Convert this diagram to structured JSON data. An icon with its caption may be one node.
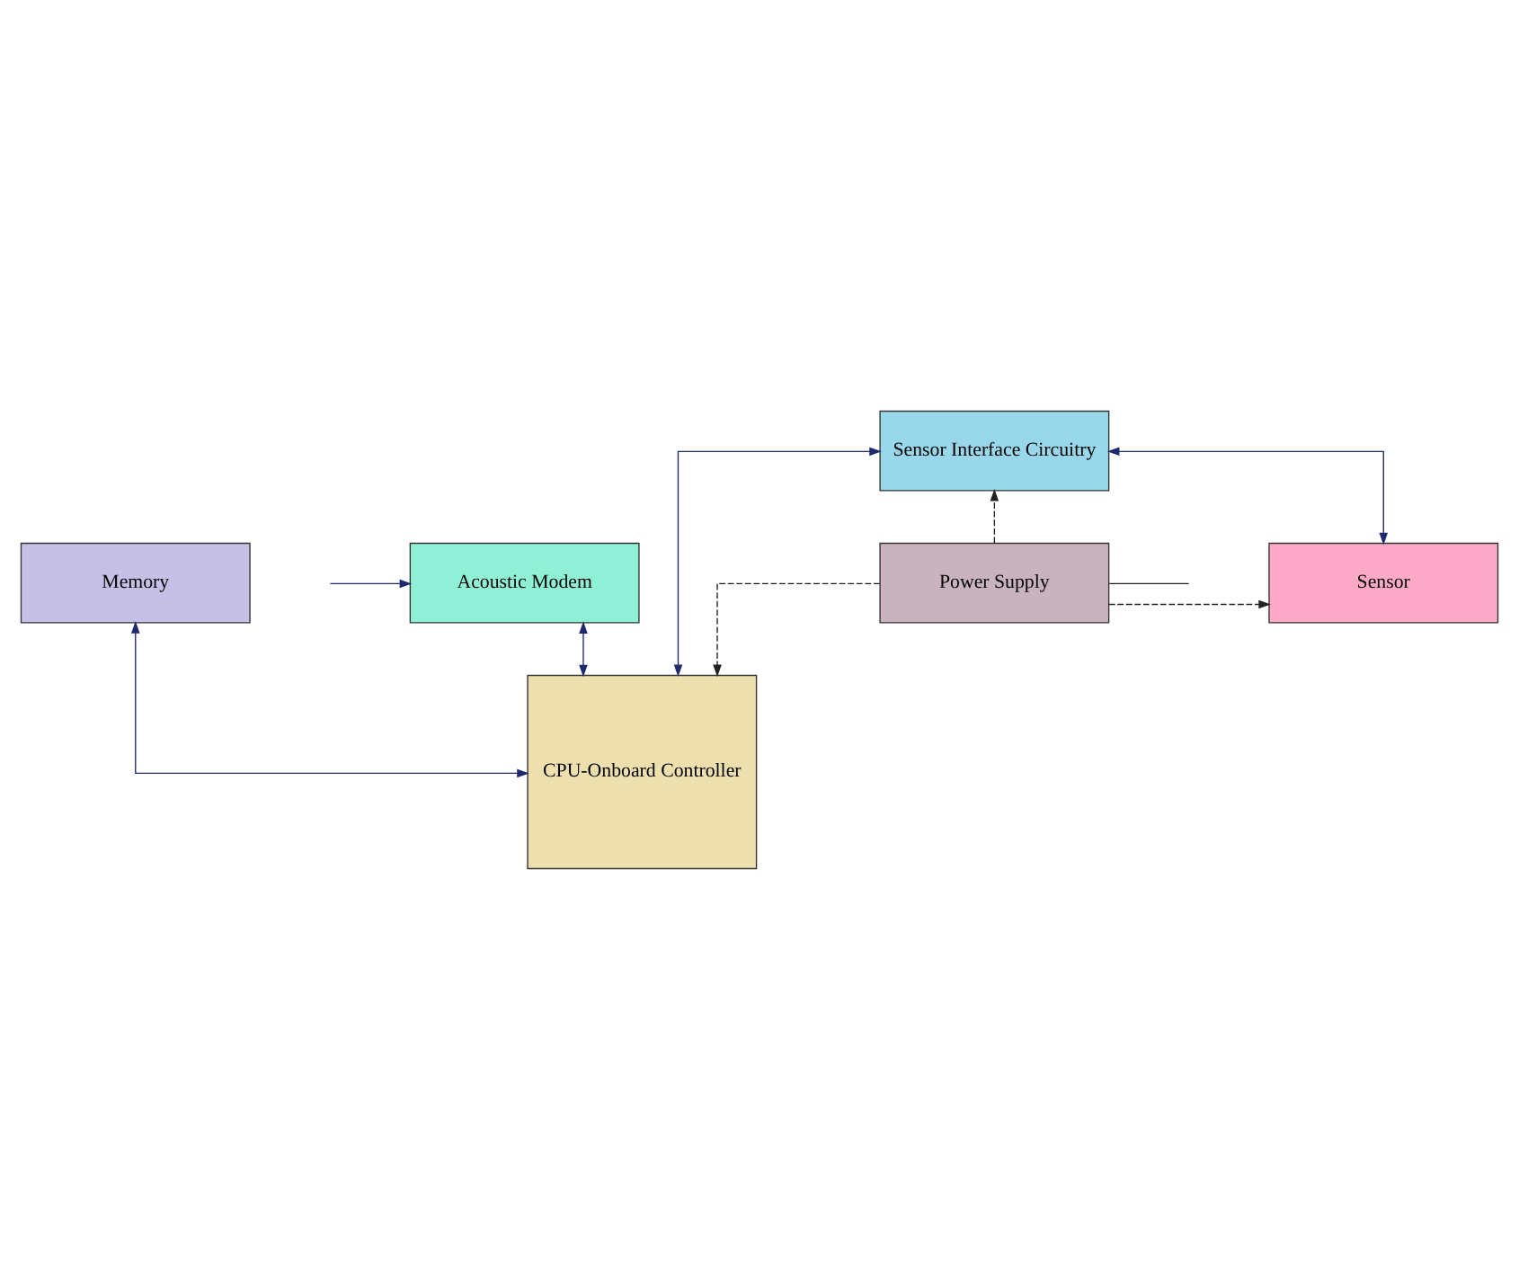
{
  "diagram": {
    "nodes": [
      {
        "text": [
          "Memory"
        ]
      },
      {
        "text": [
          "Acoustic Modem"
        ]
      },
      {
        "text": [
          "CPU-Onboard Controller"
        ]
      },
      {
        "text": [
          "Sensor Interface Circuitry"
        ]
      },
      {
        "text": [
          "Sensor"
        ]
      },
      {
        "text": [
          "Power Supply"
        ]
      }
    ],
    "edges": [
      {
        "from": 0,
        "to": 2,
        "arrow": "both"
      },
      {
        "from": 1,
        "to": 2,
        "arrow": "both"
      },
      {
        "from": null,
        "to": 1,
        "arrow": "to"
      },
      {
        "from": 3,
        "to": 2,
        "arrow": "both"
      },
      {
        "from": 3,
        "to": 4,
        "arrow": "both"
      },
      {
        "from": 5,
        "to": 3,
        "arrow": "to",
        "style": "dashed",
        "color": "#222222"
      },
      {
        "from": 5,
        "to": 2,
        "arrow": "to",
        "style": "dashed",
        "color": "#222222"
      },
      {
        "from": 5,
        "to": 4,
        "arrow": "to",
        "style": "dashed",
        "color": "#222222"
      },
      {
        "from": 5,
        "to": null,
        "arrow": "none",
        "color": "#222222"
      }
    ]
  }
}
